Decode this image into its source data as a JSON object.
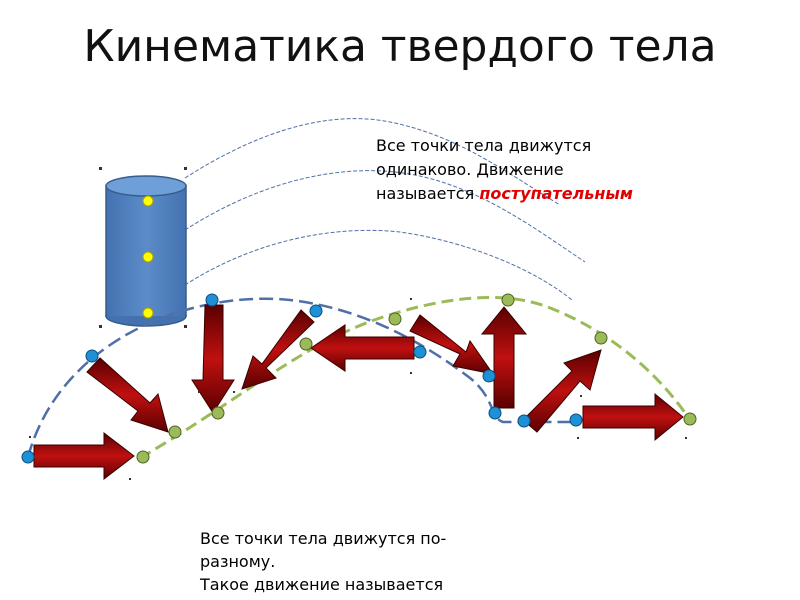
{
  "title": "Кинематика твердого тела",
  "translational_caption": {
    "line1": "Все точки тела движутся",
    "line2": "одинаково. Движение",
    "line3_prefix": "называется",
    "highlight": "поступательным"
  },
  "rotational_caption": {
    "line1": "Все точки тела движутся по-",
    "line2": "разному.",
    "line3": "Такое движение называется"
  },
  "colors": {
    "cylinder_fill": "#4f81bd",
    "cylinder_stroke": "#385d8a",
    "point_yellow": "#ffff00",
    "arrow_dark": "#800000",
    "arrow_light": "#c00000",
    "dot_blue": "#1e90d6",
    "dot_green": "#9bbb59",
    "path_blue": "#4f6fa8",
    "path_green": "#9bbb59",
    "highlight_red": "#e00000"
  }
}
